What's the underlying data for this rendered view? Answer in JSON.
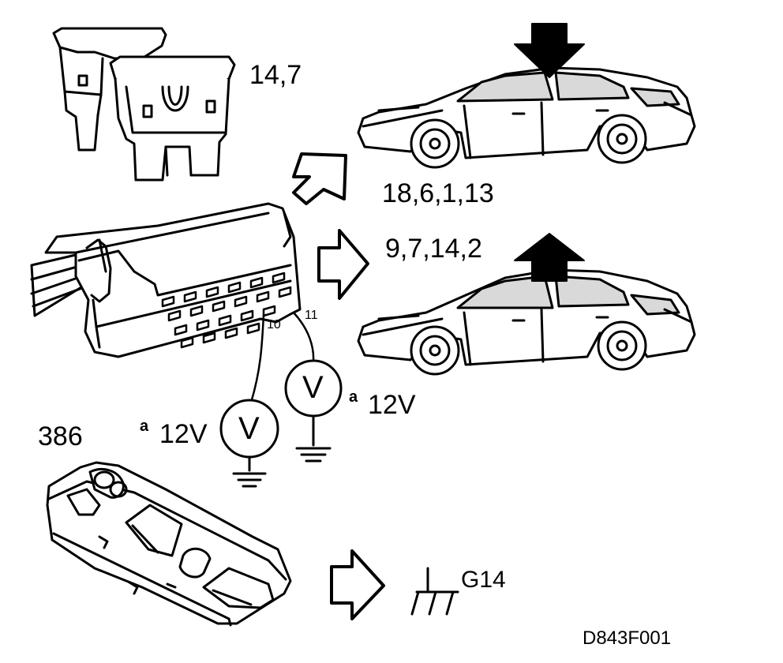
{
  "diagram": {
    "fuse_labels": "14,7",
    "car_door_closed_pins": "18,6,1,13",
    "car_door_open_pins": "9,7,14,2",
    "connector_pin_a": "10",
    "connector_pin_b": "11",
    "meter_symbol": "V",
    "voltage_superscript": "a",
    "voltage_value": "12V",
    "switch_component": "386",
    "ground_point": "G14",
    "figure_code": "D843F001"
  },
  "colors": {
    "line": "#000000",
    "background": "#ffffff",
    "glass_fill": "#d9d9d9"
  },
  "icons": [
    "fuse-icon",
    "car-icon",
    "arrow-down-icon",
    "arrow-up-icon",
    "voltmeter-icon",
    "ground-icon",
    "chassis-ground-icon",
    "hollow-arrow-icon",
    "connector-icon",
    "window-switch-icon"
  ]
}
